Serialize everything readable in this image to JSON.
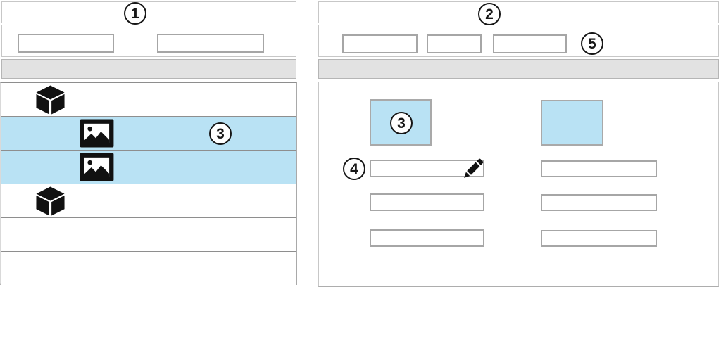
{
  "callouts": {
    "left_header": "1",
    "right_header": "2",
    "left_selected_rows": "3",
    "right_thumbnail": "3",
    "right_editable_field": "4",
    "right_toolbar": "5"
  },
  "left_panel": {
    "toolbar_field_count": 2,
    "rows": [
      {
        "icon": "cube-icon",
        "highlighted": false
      },
      {
        "icon": "image-icon",
        "highlighted": true,
        "callout": "3"
      },
      {
        "icon": "image-icon",
        "highlighted": true
      },
      {
        "icon": "cube-icon",
        "highlighted": false
      },
      {
        "icon": "",
        "highlighted": false
      },
      {
        "icon": "",
        "highlighted": false
      }
    ]
  },
  "right_panel": {
    "toolbar_field_count": 3,
    "columns": [
      {
        "thumbnail": "image-thumbnail",
        "thumbnail_callout": "3",
        "field_count": 3,
        "first_field_icon": "pencil-icon",
        "first_field_callout": "4"
      },
      {
        "thumbnail": "image-thumbnail",
        "field_count": 3
      }
    ]
  },
  "colors": {
    "highlight": "#b9e2f4",
    "section_bar": "#e2e2e2",
    "field_border": "#a6a6a6",
    "panel_border": "#c7c7c7",
    "row_border": "#8e8e8e",
    "icon": "#111111",
    "ink": "#161616"
  }
}
